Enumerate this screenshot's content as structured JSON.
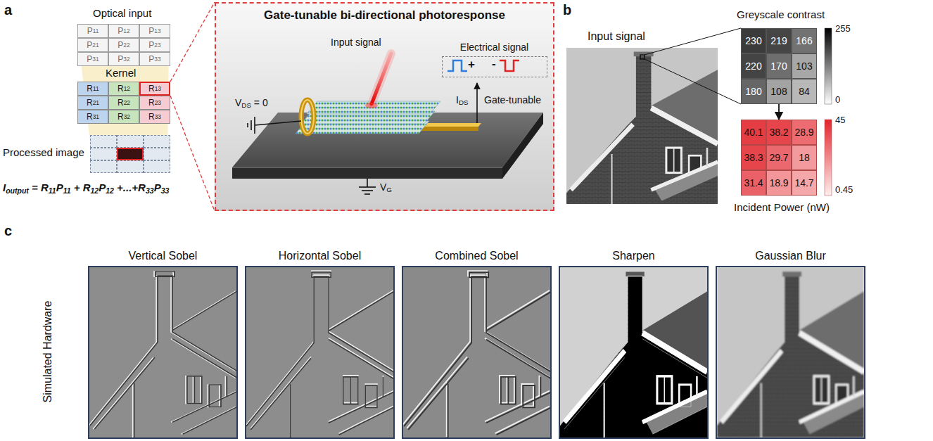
{
  "diagram": {
    "nodes": [
      {
        "text": [
          "Optical input",
          "P11",
          "P12",
          "P13",
          "P21",
          "P22",
          "P23",
          "P31",
          "P32",
          "P33"
        ]
      },
      {
        "text": [
          "Kernel",
          "R11",
          "R12",
          "R13",
          "R21",
          "R22",
          "R23",
          "R31",
          "R32",
          "R33"
        ]
      },
      {
        "text": [
          "Processed image"
        ]
      },
      {
        "text": [
          "Gate-tunable bi-directional photoresponse"
        ]
      },
      {
        "text": [
          "Electrical signal",
          "+",
          "-"
        ],
        "in": 3
      },
      {
        "text": [
          "Input signal"
        ]
      },
      {
        "text": [
          "Greyscale contrast",
          "230",
          "219",
          "166",
          "220",
          "170",
          "103",
          "180",
          "108",
          "84"
        ]
      },
      {
        "text": [
          "40.1",
          "38.2",
          "28.9",
          "38.3",
          "29.7",
          "18",
          "31.4",
          "18.9",
          "14.7",
          "Incident Power (nW)"
        ]
      },
      {
        "text": [
          "Vertical Sobel"
        ]
      },
      {
        "text": [
          "Horizontal Sobel"
        ]
      },
      {
        "text": [
          "Combined Sobel"
        ]
      },
      {
        "text": [
          "Sharpen"
        ]
      },
      {
        "text": [
          "Gaussian Blur"
        ]
      }
    ],
    "edges": [
      {
        "from": 1,
        "to": 3,
        "arrow": "none"
      },
      {
        "from": 1,
        "to": 3,
        "arrow": "none"
      },
      {
        "from": 5,
        "to": 6,
        "arrow": "none"
      },
      {
        "from": 5,
        "to": 6,
        "arrow": "none"
      },
      {
        "from": 6,
        "to": 7,
        "arrow": "to"
      }
    ],
    "labels": [
      "a",
      "Ioutput = R11P11 + R12P12 +...+R33P33",
      "Input signal",
      "VDS = 0",
      "IDS",
      "Gate-tunable",
      "VG",
      "b",
      "255",
      "0",
      "45",
      "0.45",
      "c",
      "Simulated Hardware"
    ]
  }
}
